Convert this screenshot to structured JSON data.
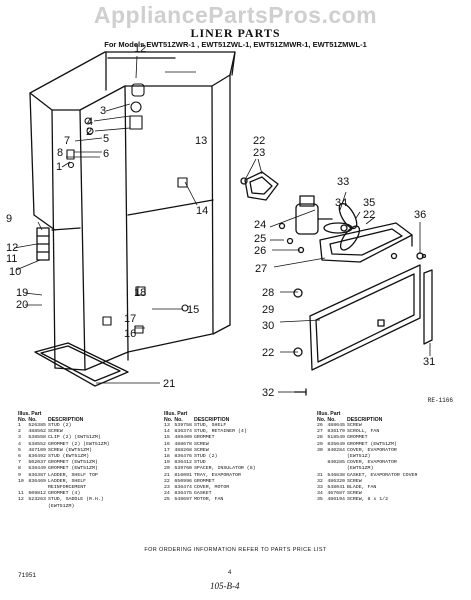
{
  "watermark": "AppliancePartsPros.com",
  "title": "LINER PARTS",
  "models_line": "For Models EWT51ZWR-1 , EWT51ZWL-1, EWT51ZMWR-1, EWT51ZMWL-1",
  "ref_code": "RE-1166",
  "callouts": [
    "1",
    "2",
    "3",
    "4",
    "5",
    "6",
    "7",
    "8",
    "9",
    "10",
    "11",
    "12",
    "13",
    "14",
    "15",
    "16",
    "17",
    "18",
    "19",
    "20",
    "21",
    "22",
    "23",
    "24",
    "25",
    "26",
    "27",
    "28",
    "29",
    "30",
    "31",
    "32",
    "33",
    "34",
    "35",
    "36"
  ],
  "table_header": {
    "illus": "Illus. Part",
    "no": "No.",
    "no2": "No.",
    "desc": "DESCRIPTION"
  },
  "table_cols": [
    [
      {
        "n": "1",
        "p": "526385",
        "d": "STUD (2)"
      },
      {
        "n": "2",
        "p": "488562",
        "d": "SCREW"
      },
      {
        "n": "3",
        "p": "538558",
        "d": "CLIP (2) (EWT51ZM)"
      },
      {
        "n": "4",
        "p": "538552",
        "d": "GROMMET (2) (EWT51ZM)"
      },
      {
        "n": "5",
        "p": "487109",
        "d": "SCREW (EWT51ZM)"
      },
      {
        "n": "6",
        "p": "836492",
        "d": "STUD (EWT51ZM)"
      },
      {
        "n": "7",
        "p": "502037",
        "d": "GROMMET (EWT51ZM)"
      },
      {
        "n": "8",
        "p": "538449",
        "d": "GROMMET (EWT51ZM)"
      },
      {
        "n": "9",
        "p": "836387",
        "d": "LADDER, SHELF TOP"
      },
      {
        "n": "10",
        "p": "836469",
        "d": "LADDER, SHELF"
      },
      {
        "n": "",
        "p": "",
        "d": "REINFORCEMENT"
      },
      {
        "n": "11",
        "p": "509812",
        "d": "GROMMET (4)"
      },
      {
        "n": "12",
        "p": "523263",
        "d": "STUD, SADDLE (R.H.)"
      },
      {
        "n": "",
        "p": "",
        "d": "(EWT51ZM)"
      }
    ],
    [
      {
        "n": "13",
        "p": "539758",
        "d": "STUD, SHELF"
      },
      {
        "n": "14",
        "p": "836374",
        "d": "STUD, RETAINER (4)"
      },
      {
        "n": "15",
        "p": "489409",
        "d": "GROMMET"
      },
      {
        "n": "16",
        "p": "488678",
        "d": "SCREW"
      },
      {
        "n": "17",
        "p": "488268",
        "d": "SCREW"
      },
      {
        "n": "18",
        "p": "836476",
        "d": "STUD (2)"
      },
      {
        "n": "19",
        "p": "836412",
        "d": "STUD"
      },
      {
        "n": "20",
        "p": "539760",
        "d": "SPACER, INSULATOR (8)"
      },
      {
        "n": "21",
        "p": "816091",
        "d": "TRAY, EVAPORATOR"
      },
      {
        "n": "22",
        "p": "650996",
        "d": "GROMMET"
      },
      {
        "n": "23",
        "p": "836474",
        "d": "COVER, MOTOR"
      },
      {
        "n": "24",
        "p": "836475",
        "d": "GASKET"
      },
      {
        "n": "25",
        "p": "548697",
        "d": "MOTOR, FAN"
      }
    ],
    [
      {
        "n": "26",
        "p": "488645",
        "d": "SCREW"
      },
      {
        "n": "27",
        "p": "836179",
        "d": "SCROLL, FAN"
      },
      {
        "n": "28",
        "p": "518549",
        "d": "GROMMET"
      },
      {
        "n": "29",
        "p": "835649",
        "d": "GROMMET (EWT51ZM)"
      },
      {
        "n": "30",
        "p": "840284",
        "d": "COVER, EVAPORATOR"
      },
      {
        "n": "",
        "p": "",
        "d": "(EWT51Z)"
      },
      {
        "n": "",
        "p": "840285",
        "d": "COVER, EVAPORATOR"
      },
      {
        "n": "",
        "p": "",
        "d": "(EWT51ZM)"
      },
      {
        "n": "31",
        "p": "546838",
        "d": "GASKET, EVAPORATOR COVER"
      },
      {
        "n": "32",
        "p": "486320",
        "d": "SCREW"
      },
      {
        "n": "33",
        "p": "548041",
        "d": "BLADE, FAN"
      },
      {
        "n": "34",
        "p": "467687",
        "d": "SCREW"
      },
      {
        "n": "35",
        "p": "486194",
        "d": "SCREW, 8 x 1/2"
      }
    ]
  ],
  "footer": "FOR ORDERING INFORMATION REFER TO PARTS PRICE LIST",
  "page_num": "71951",
  "page_idx": "4",
  "handwritten": "105-B-4"
}
